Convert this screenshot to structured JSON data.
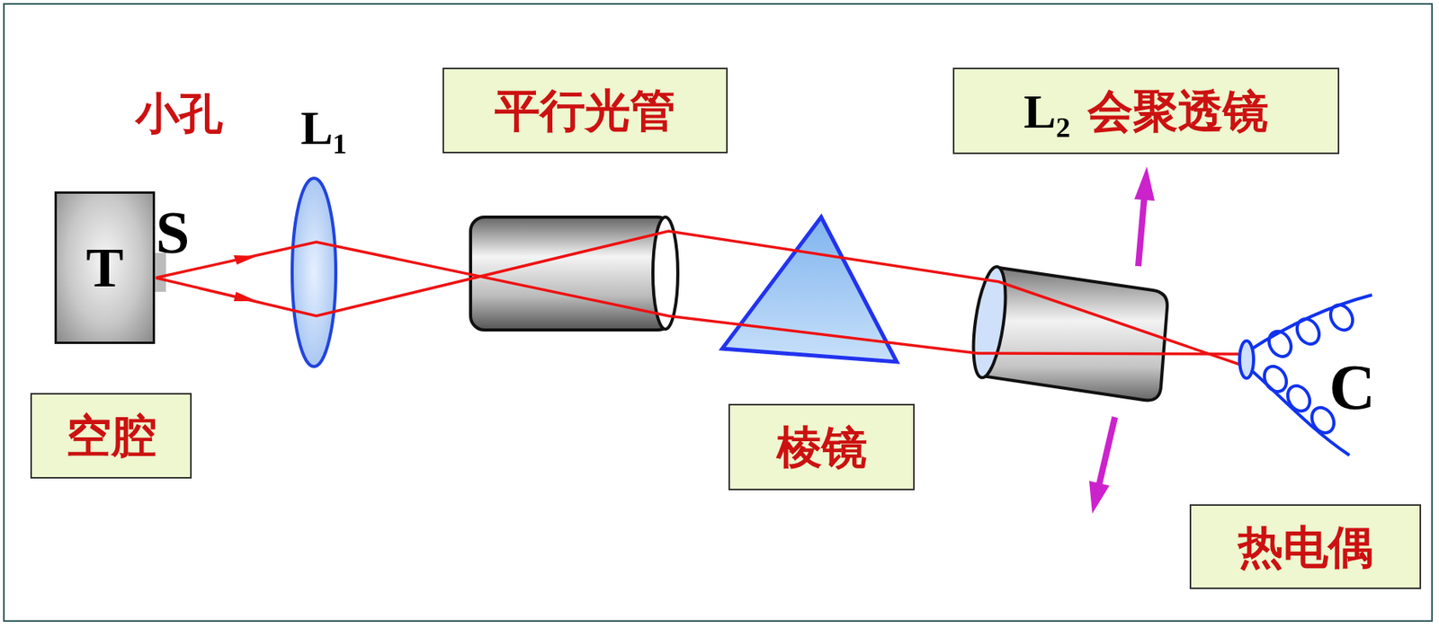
{
  "diagram": {
    "nodes": [
      {
        "text": [
          "平行光管"
        ]
      },
      {
        "text": [
          "L₂",
          "会聚透镜"
        ]
      },
      {
        "text": [
          "T"
        ]
      },
      {
        "text": [
          "空腔"
        ]
      },
      {
        "text": [
          "棱镜"
        ]
      },
      {
        "text": [
          "热电偶"
        ]
      }
    ],
    "labels": [
      "小孔",
      "L₁",
      "S",
      "C"
    ]
  }
}
